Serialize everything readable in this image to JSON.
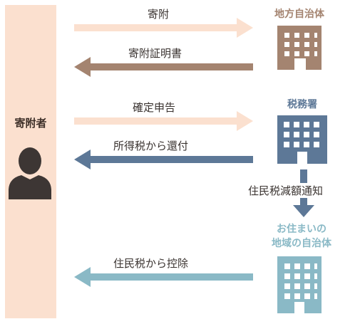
{
  "donor": {
    "label": "寄附者"
  },
  "arrows": [
    {
      "label": "寄附",
      "direction": "right",
      "color": "#fbe0cf"
    },
    {
      "label": "寄附証明書",
      "direction": "left",
      "color": "#a48470"
    },
    {
      "label": "確定申告",
      "direction": "right",
      "color": "#fbe0cf"
    },
    {
      "label": "所得税から還付",
      "direction": "left",
      "color": "#5d7897"
    },
    {
      "label": "住民税から控除",
      "direction": "left",
      "color": "#8ab9c6"
    }
  ],
  "vertical_arrow": {
    "label": "住民税減額通知",
    "color": "#5d7897"
  },
  "entities": [
    {
      "title": "地方自治体",
      "color": "#a48470",
      "icon": "building-icon"
    },
    {
      "title": "税務署",
      "color": "#5d7897",
      "icon": "building-icon"
    },
    {
      "title_line1": "お住まいの",
      "title_line2": "地域の自治体",
      "color": "#8ab9c6",
      "icon": "building-icon"
    }
  ]
}
